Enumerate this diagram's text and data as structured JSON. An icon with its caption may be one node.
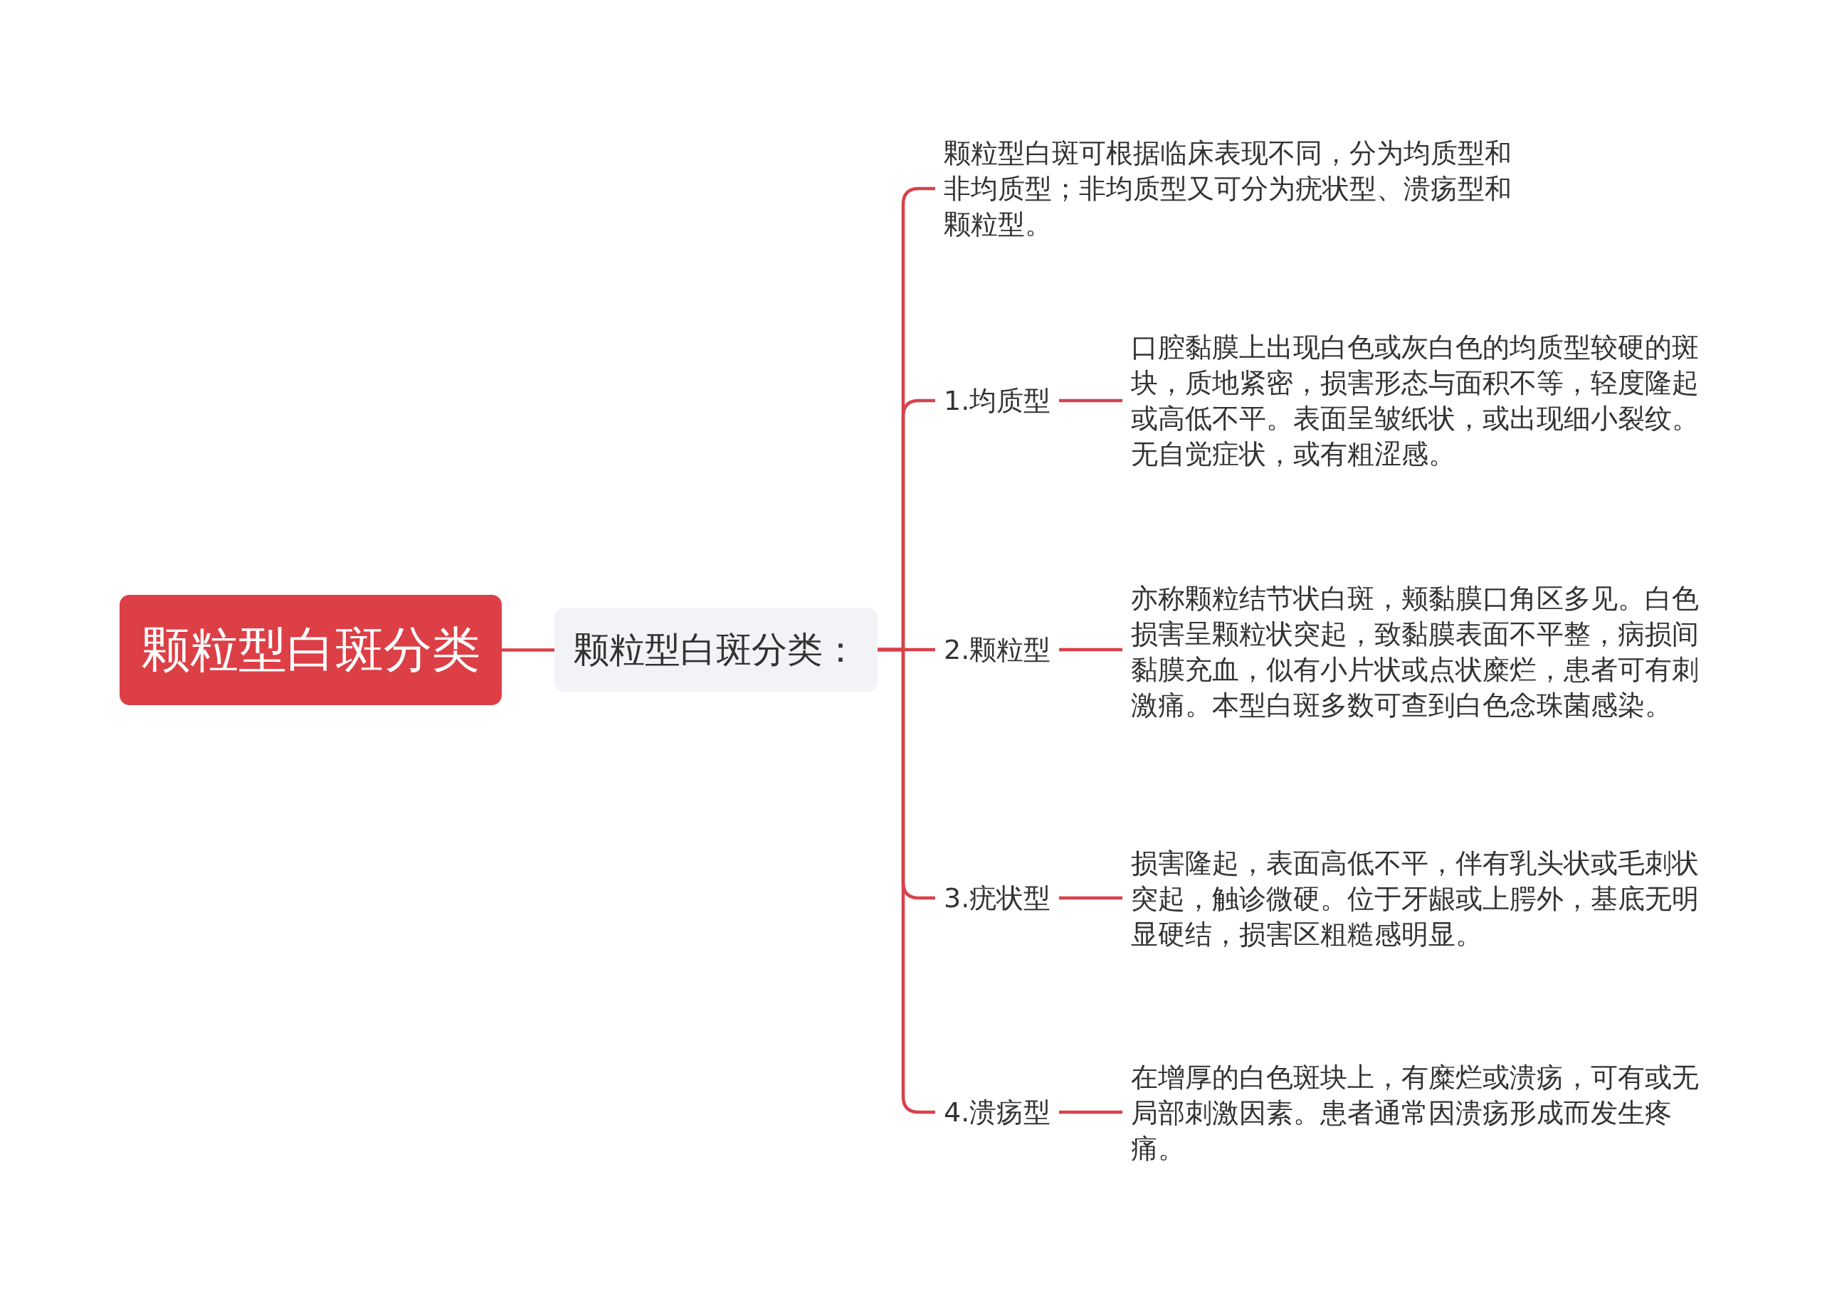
{
  "diagram": {
    "nodes": [
      {
        "text": [
          "颗粒型白斑分类"
        ]
      },
      {
        "text": [
          "颗粒型白斑分类："
        ]
      },
      {
        "text": [
          "颗粒型白斑可根据临床表现不同，分为均质型和非均质型；非均质型又可分为疣状型、溃疡型和颗粒型。"
        ]
      },
      {
        "text": [
          "1.均质型"
        ]
      },
      {
        "text": [
          "口腔黏膜上出现白色或灰白色的均质型较硬的斑块，质地紧密，损害形态与面积不等，轻度隆起或高低不平。表面呈皱纸状，或出现细小裂纹。无自觉症状，或有粗涩感。"
        ]
      },
      {
        "text": [
          "2.颗粒型"
        ]
      },
      {
        "text": [
          "亦称颗粒结节状白斑，颊黏膜口角区多见。白色损害呈颗粒状突起，致黏膜表面不平整，病损间黏膜充血，似有小片状或点状糜烂，患者可有刺激痛。本型白斑多数可查到白色念珠菌感染。"
        ]
      },
      {
        "text": [
          "3.疣状型"
        ]
      },
      {
        "text": [
          "损害隆起，表面高低不平，伴有乳头状或毛刺状突起，触诊微硬。位于牙龈或上腭外，基底无明显硬结，损害区粗糙感明显。"
        ]
      },
      {
        "text": [
          "4.溃疡型"
        ]
      },
      {
        "text": [
          "在增厚的白色斑块上，有糜烂或溃疡，可有或无局部刺激因素。患者通常因溃疡形成而发生疼痛。"
        ]
      }
    ],
    "edges": [
      {
        "from": 0,
        "to": 1,
        "arrow": "none"
      },
      {
        "from": 1,
        "to": 2,
        "arrow": "none"
      },
      {
        "from": 1,
        "to": 3,
        "arrow": "none"
      },
      {
        "from": 1,
        "to": 5,
        "arrow": "none"
      },
      {
        "from": 1,
        "to": 7,
        "arrow": "none"
      },
      {
        "from": 1,
        "to": 9,
        "arrow": "none"
      },
      {
        "from": 3,
        "to": 4,
        "arrow": "none"
      },
      {
        "from": 5,
        "to": 6,
        "arrow": "none"
      },
      {
        "from": 7,
        "to": 8,
        "arrow": "none"
      },
      {
        "from": 9,
        "to": 10,
        "arrow": "none"
      }
    ]
  }
}
